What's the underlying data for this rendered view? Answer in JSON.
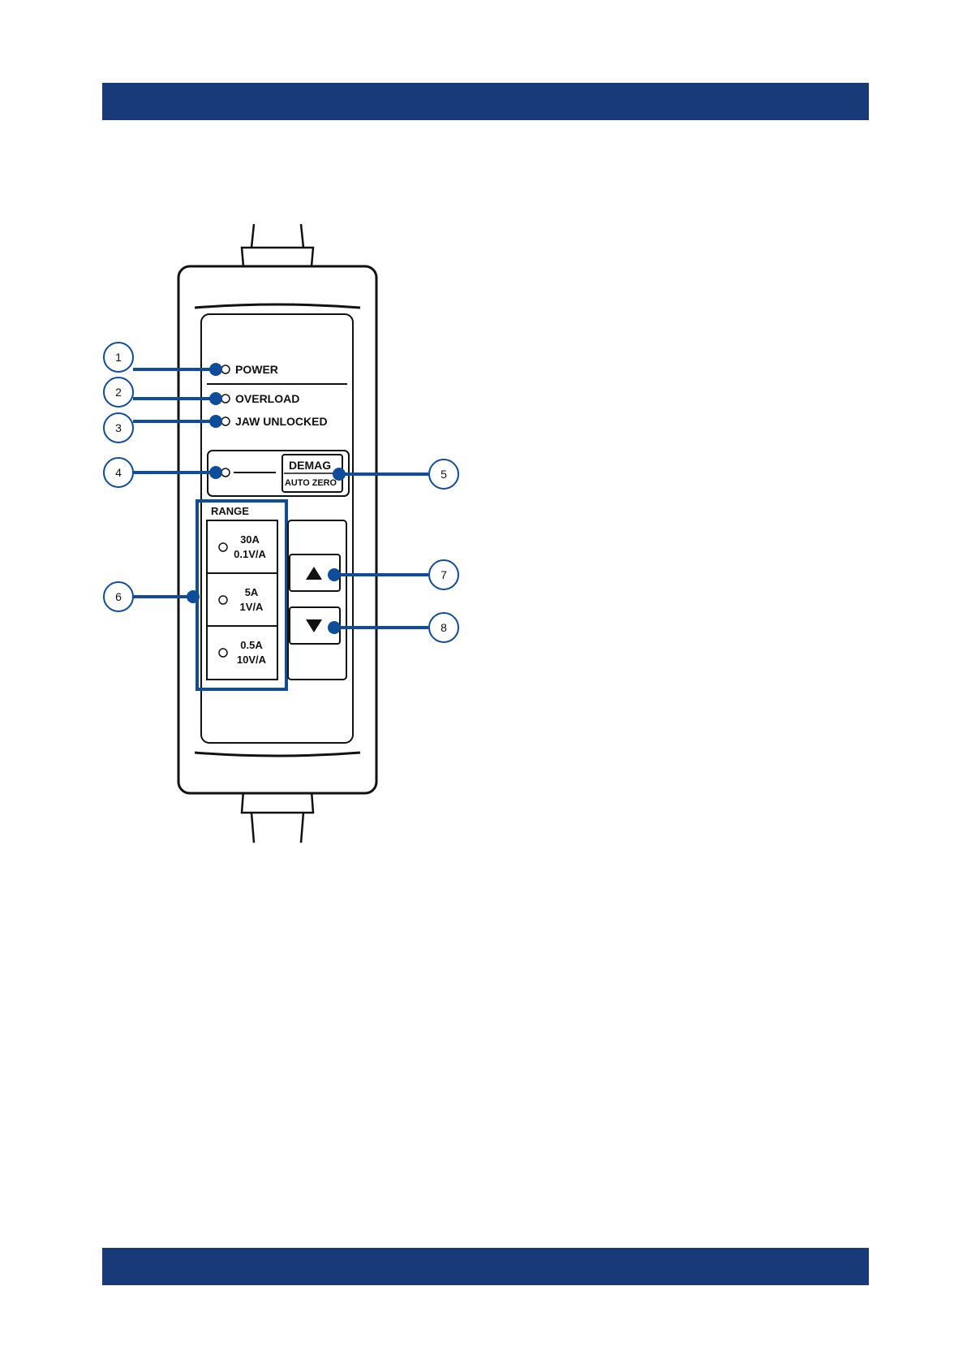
{
  "colors": {
    "band": "#193a79",
    "callout": "#0f4c9a",
    "ink": "#111111",
    "panel": "#ffffff"
  },
  "indicators": {
    "power": "POWER",
    "overload": "OVERLOAD",
    "jaw_unlocked": "JAW UNLOCKED"
  },
  "demag_button": {
    "line1": "DEMAG",
    "line2": "AUTO ZERO"
  },
  "range": {
    "title": "RANGE",
    "items": [
      {
        "current": "30A",
        "ratio": "0.1V/A"
      },
      {
        "current": "5A",
        "ratio": "1V/A"
      },
      {
        "current": "0.5A",
        "ratio": "10V/A"
      }
    ]
  },
  "buttons": {
    "up_icon": "triangle-up-icon",
    "down_icon": "triangle-down-icon"
  },
  "callouts": [
    "1",
    "2",
    "3",
    "4",
    "5",
    "6",
    "7",
    "8"
  ]
}
